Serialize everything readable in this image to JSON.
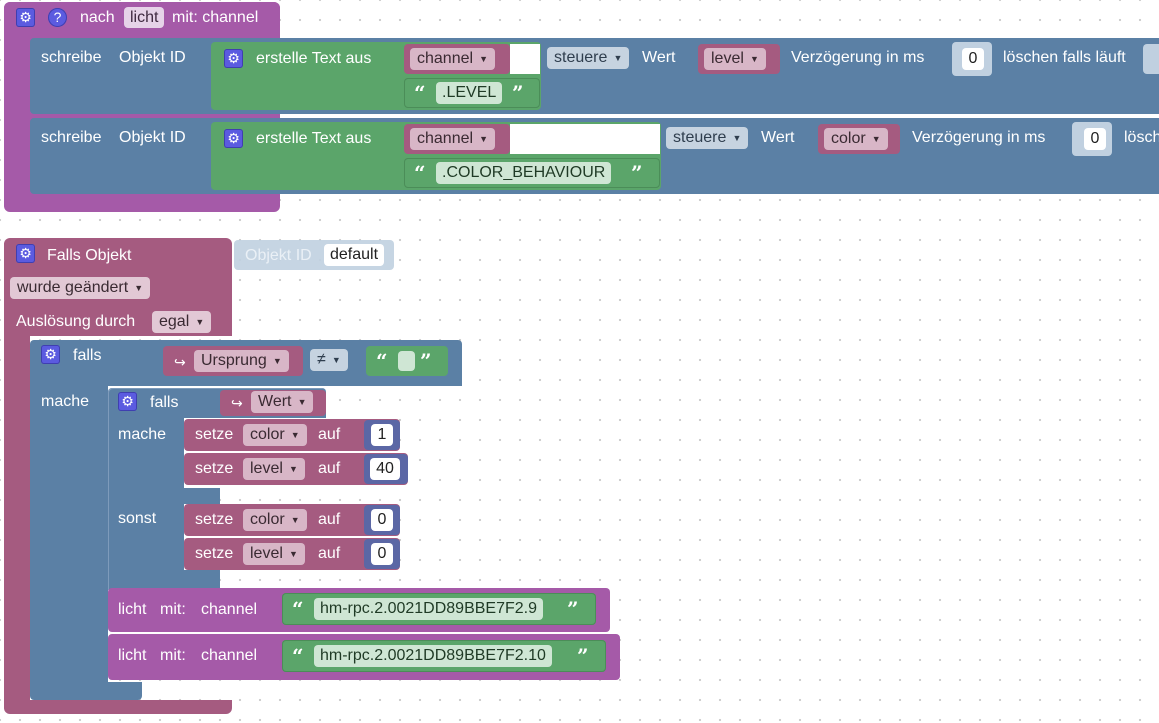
{
  "colors": {
    "procedure": "#a55aa8",
    "blocks": "#5b80a5",
    "text": "#5ba56a",
    "variable": "#a55b80",
    "number": "#5b67a5",
    "help": "#5b5be0"
  },
  "block_call": {
    "prefix": "nach",
    "name": "licht",
    "suffix": "mit: channel",
    "help_icon": "question-icon",
    "gear_icon": "gear-icon"
  },
  "write1": {
    "label": "schreibe",
    "objid": "Objekt ID",
    "text_label": "erstelle Text aus",
    "var": "channel",
    "suffix_text": ".LEVEL",
    "mode": "steuere",
    "wert": "Wert",
    "value_var": "level",
    "delay_label": "Verzögerung in ms",
    "delay": "0",
    "clear_label": "löschen falls läuft"
  },
  "write2": {
    "label": "schreibe",
    "objid": "Objekt ID",
    "text_label": "erstelle Text aus",
    "var": "channel",
    "suffix_text": ".COLOR_BEHAVIOUR",
    "mode": "steuere",
    "wert": "Wert",
    "value_var": "color",
    "delay_label": "Verzögerung in ms",
    "delay": "0",
    "clear_label": "lösch"
  },
  "trigger": {
    "label": "Falls Objekt",
    "objid_label": "Objekt ID",
    "objid_value": "default",
    "changed": "wurde geändert",
    "trigger_label": "Auslösung durch",
    "trigger_value": "egal"
  },
  "outer_if": {
    "falls": "falls",
    "mache": "mache",
    "var": "Ursprung",
    "op": "≠",
    "empty_text": ""
  },
  "inner_if": {
    "falls": "falls",
    "var": "Wert",
    "mache": "mache",
    "sonst": "sonst",
    "set": [
      {
        "label": "setze",
        "var": "color",
        "auf": "auf",
        "value": "1"
      },
      {
        "label": "setze",
        "var": "level",
        "auf": "auf",
        "value": "40"
      },
      {
        "label": "setze",
        "var": "color",
        "auf": "auf",
        "value": "0"
      },
      {
        "label": "setze",
        "var": "level",
        "auf": "auf",
        "value": "0"
      }
    ]
  },
  "calls": [
    {
      "label": "licht",
      "mit": "mit:",
      "param": "channel",
      "value": "hm-rpc.2.0021DD89BBE7F2.9"
    },
    {
      "label": "licht",
      "mit": "mit:",
      "param": "channel",
      "value": "hm-rpc.2.0021DD89BBE7F2.10"
    }
  ]
}
